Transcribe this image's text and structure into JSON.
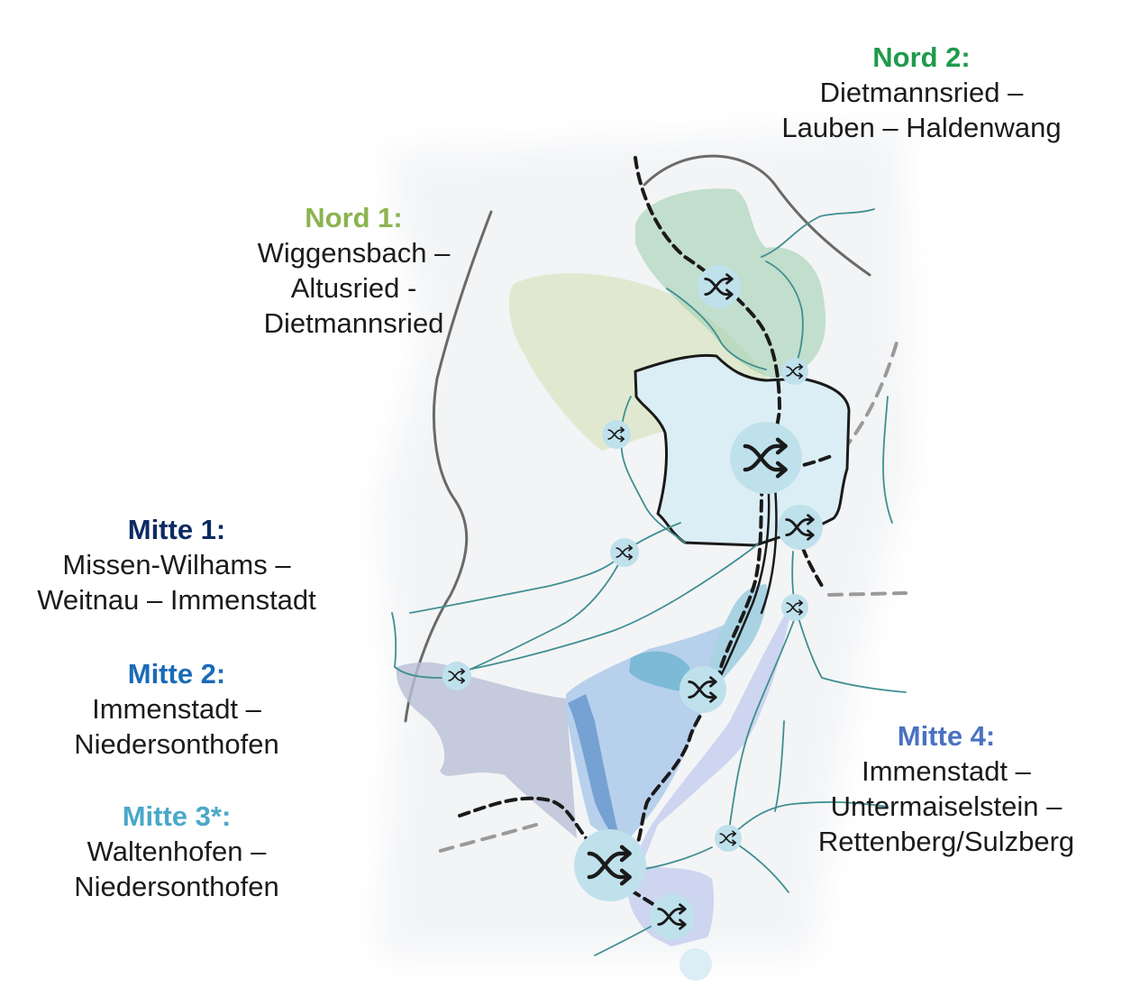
{
  "colors": {
    "nord1": "#8bb450",
    "nord2": "#1f9a4b",
    "mitte1": "#0d2a63",
    "mitte2": "#1a6bb8",
    "mitte3": "#4aa8c9",
    "mitte4": "#4a72c2",
    "node_fill": "#bfe1ec",
    "railway": "#1a1a1a",
    "road": "#5a5a5a",
    "stream": "#3f8f90"
  },
  "icons": {
    "node": "shuffle-icon"
  },
  "regions": {
    "nord2": {
      "heading": "Nord 2:",
      "lines": [
        "Dietmannsried –",
        "Lauben – Haldenwang"
      ]
    },
    "nord1": {
      "heading": "Nord 1:",
      "lines": [
        "Wiggensbach –",
        "Altusried -",
        "Dietmannsried"
      ]
    },
    "mitte1": {
      "heading": "Mitte 1:",
      "lines": [
        "Missen-Wilhams –",
        "Weitnau – Immenstadt"
      ]
    },
    "mitte2": {
      "heading": "Mitte 2:",
      "lines": [
        "Immenstadt –",
        "Niedersonthofen"
      ]
    },
    "mitte3": {
      "heading": "Mitte 3*:",
      "lines": [
        "Waltenhofen –",
        "Niedersonthofen"
      ]
    },
    "mitte4": {
      "heading": "Mitte 4:",
      "lines": [
        "Immenstadt –",
        "Untermaiselstein –",
        "Rettenberg/Sulzberg"
      ]
    }
  }
}
